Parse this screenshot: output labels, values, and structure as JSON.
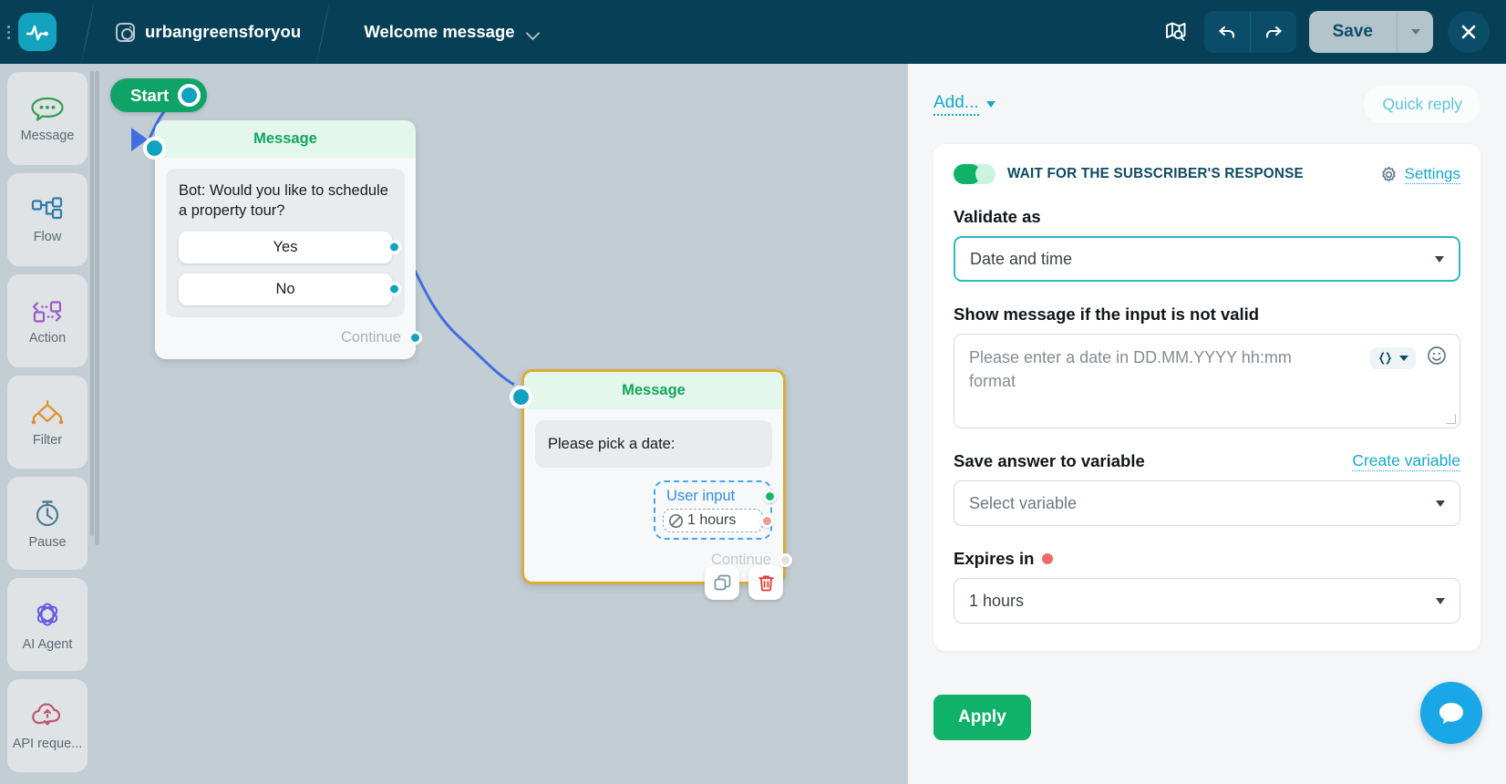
{
  "topbar": {
    "logo_icon": "pulse-logo-icon",
    "drag_handle_icon": "drag-handle-icon",
    "platform_icon": "instagram-icon",
    "account_name": "urbangreensforyou",
    "flow_title": "Welcome message",
    "flow_title_caret_icon": "chevron-down-icon",
    "map_search_icon": "map-search-icon",
    "undo_icon": "undo-icon",
    "redo_icon": "redo-icon",
    "save_label": "Save",
    "save_caret_icon": "chevron-down-icon",
    "close_icon": "close-icon"
  },
  "rail": {
    "items": [
      {
        "label": "Message",
        "icon": "chat-bubble-icon"
      },
      {
        "label": "Flow",
        "icon": "flow-nodes-icon"
      },
      {
        "label": "Action",
        "icon": "action-code-icon"
      },
      {
        "label": "Filter",
        "icon": "filter-diamond-icon"
      },
      {
        "label": "Pause",
        "icon": "stopwatch-icon"
      },
      {
        "label": "AI Agent",
        "icon": "ai-atom-icon"
      },
      {
        "label": "API reque...",
        "icon": "api-cloud-icon"
      }
    ]
  },
  "canvas": {
    "start_label": "Start",
    "node1": {
      "header": "Message",
      "text": "Bot: Would you like to schedule a property tour?",
      "replies": [
        "Yes",
        "No"
      ],
      "footer": "Continue"
    },
    "node2": {
      "header": "Message",
      "text": "Please pick a date:",
      "user_input_label": "User input",
      "timeout_label": "1 hours",
      "timeout_icon": "no-entry-icon",
      "footer": "Continue",
      "copy_icon": "copy-icon",
      "delete_icon": "trash-icon"
    }
  },
  "panel": {
    "add_label": "Add...",
    "quick_reply_label": "Quick reply",
    "wait_toggle_label": "WAIT FOR THE SUBSCRIBER'S RESPONSE",
    "settings_icon": "gear-icon",
    "settings_label": "Settings",
    "validate_label": "Validate as",
    "validate_value": "Date and time",
    "invalid_message_label": "Show message if the input is not valid",
    "invalid_message_value": "Please enter a date in DD.MM.YYYY hh:mm format",
    "variable_chip_icon": "curly-braces-icon",
    "emoji_icon": "emoji-smiley-icon",
    "save_variable_label": "Save answer to variable",
    "create_variable_label": "Create variable",
    "select_variable_value": "Select variable",
    "expires_label": "Expires in",
    "expires_value": "1 hours",
    "apply_label": "Apply",
    "chat_fab_icon": "chat-support-icon"
  },
  "colors": {
    "header_bg": "#063f56",
    "accent_teal": "#13a3bf",
    "green": "#0fb268",
    "node_border": "#dfab38",
    "link_blue": "#16a8cf"
  }
}
